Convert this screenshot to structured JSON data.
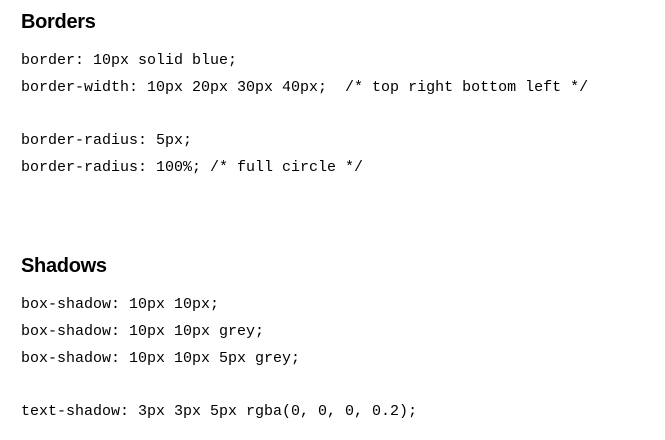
{
  "borders": {
    "heading": "Borders",
    "group1": [
      "border: 10px solid blue;",
      "border-width: 10px 20px 30px 40px;  /* top right bottom left */"
    ],
    "group2": [
      "border-radius: 5px;",
      "border-radius: 100%; /* full circle */"
    ]
  },
  "shadows": {
    "heading": "Shadows",
    "group1": [
      "box-shadow: 10px 10px;",
      "box-shadow: 10px 10px grey;",
      "box-shadow: 10px 10px 5px grey;"
    ],
    "group2": [
      "text-shadow: 3px 3px 5px rgba(0, 0, 0, 0.2);"
    ]
  }
}
